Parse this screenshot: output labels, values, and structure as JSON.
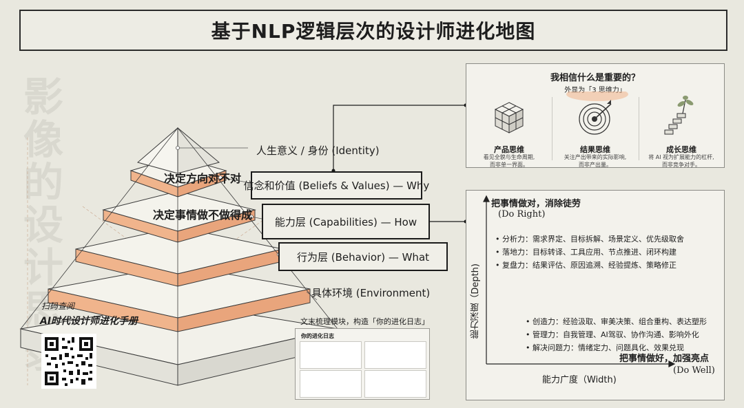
{
  "title": "基于NLP逻辑层次的设计师进化地图",
  "watermark": "影像的设计思录",
  "levels": {
    "identity": "人生意义 / 身份 (Identity)",
    "beliefs": "信念和价值 (Beliefs & Values) — Why",
    "capabilities": "能力层 (Capabilities) — How",
    "behavior": "行为层 (Behavior) — What",
    "environment": "具体环境 (Environment)"
  },
  "side_labels": {
    "direction": "决定方向对不对",
    "success": "决定事情做不做得成"
  },
  "qr": {
    "scan": "扫码查阅",
    "handbook": "AI时代设计师进化手册"
  },
  "diary": {
    "caption": "文末梳理模块，构造「你的进化日志」",
    "title": "你的进化日志"
  },
  "beliefs_panel": {
    "question": "我相信什么是重要的？",
    "subtitle": "外显为「3 思维力」",
    "columns": [
      {
        "name": "产品思维",
        "desc1": "看见全貌与生命周期,",
        "desc2": "而非单一界面。",
        "icon": "cube-icon"
      },
      {
        "name": "结果思维",
        "desc1": "关注产出带来的实际影响,",
        "desc2": "而非产出量。",
        "icon": "target-icon"
      },
      {
        "name": "成长思维",
        "desc1": "将 AI 视为扩展能力的杠杆,",
        "desc2": "而非竞争对手。",
        "icon": "plant-icon"
      }
    ]
  },
  "capability_panel": {
    "top_title": "把事情做对，消除徒劳",
    "top_en": "(Do Right)",
    "top_bullets": [
      "分析力：需求界定、目标拆解、场景定义、优先级取舍",
      "落地力：目标转译、工具应用、节点推进、闭环构建",
      "复盘力：结果评估、原因追溯、经验提炼、策略修正"
    ],
    "bottom_bullets": [
      "创造力：经验汲取、审美决策、组合重构、表达塑形",
      "管理力：自我管理、AI驾驭、协作沟通、影响外化",
      "解决问题力：情绪定力、问题具化、效果兑现"
    ],
    "bottom_title": "把事情做好，加强亮点",
    "bottom_en": "(Do Well)",
    "y_axis": "能力深度（Depth)",
    "x_axis": "能力广度（Width)"
  },
  "colors": {
    "accent": "#f0b48c",
    "background": "#e9e8df",
    "line": "#1a1a1a"
  }
}
